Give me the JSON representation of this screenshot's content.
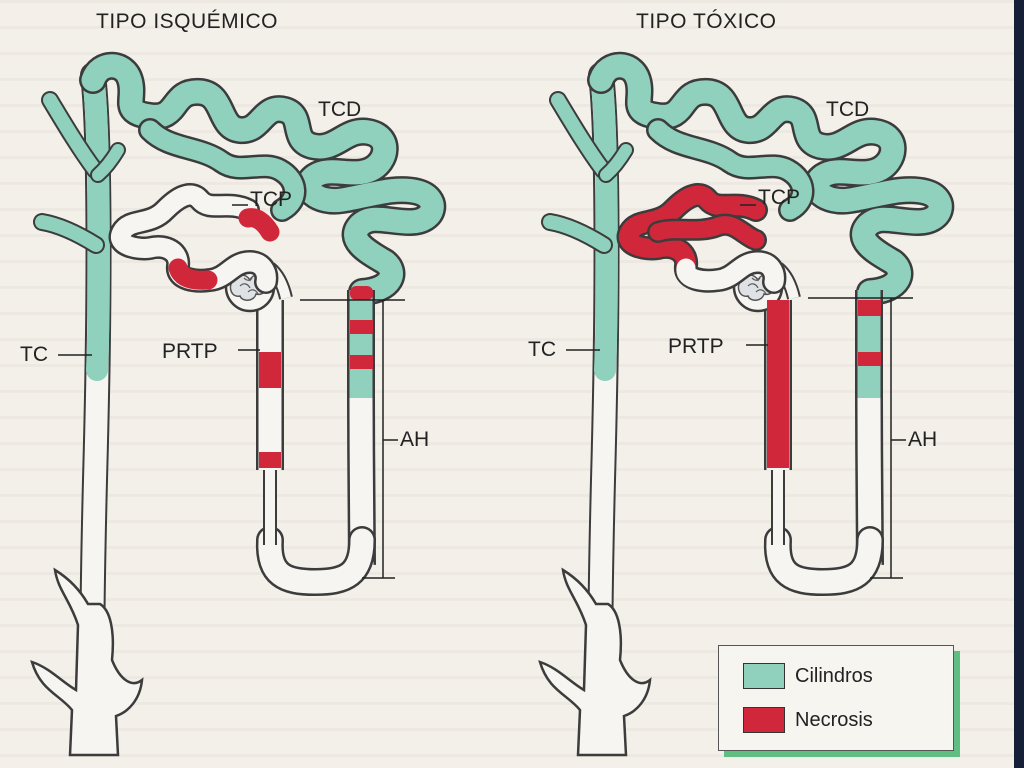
{
  "diagram": {
    "left_title": "TIPO ISQUÉMICO",
    "right_title": "TIPO TÓXICO",
    "left_labels": {
      "tcd": "TCD",
      "tcp": "TCP",
      "tc": "TC",
      "prtp": "PRTP",
      "ah": "AH"
    },
    "right_labels": {
      "tcd": "TCD",
      "tcp": "TCP",
      "tc": "TC",
      "prtp": "PRTP",
      "ah": "AH"
    }
  },
  "legend": {
    "items": [
      {
        "label": "Cilindros",
        "color": "#8fd1bd"
      },
      {
        "label": "Necrosis",
        "color": "#d0283a"
      }
    ]
  },
  "colors": {
    "cilindros": "#8fd1bd",
    "necrosis": "#d0283a",
    "outline": "#3c3c3c",
    "background": "#f3efe9"
  }
}
